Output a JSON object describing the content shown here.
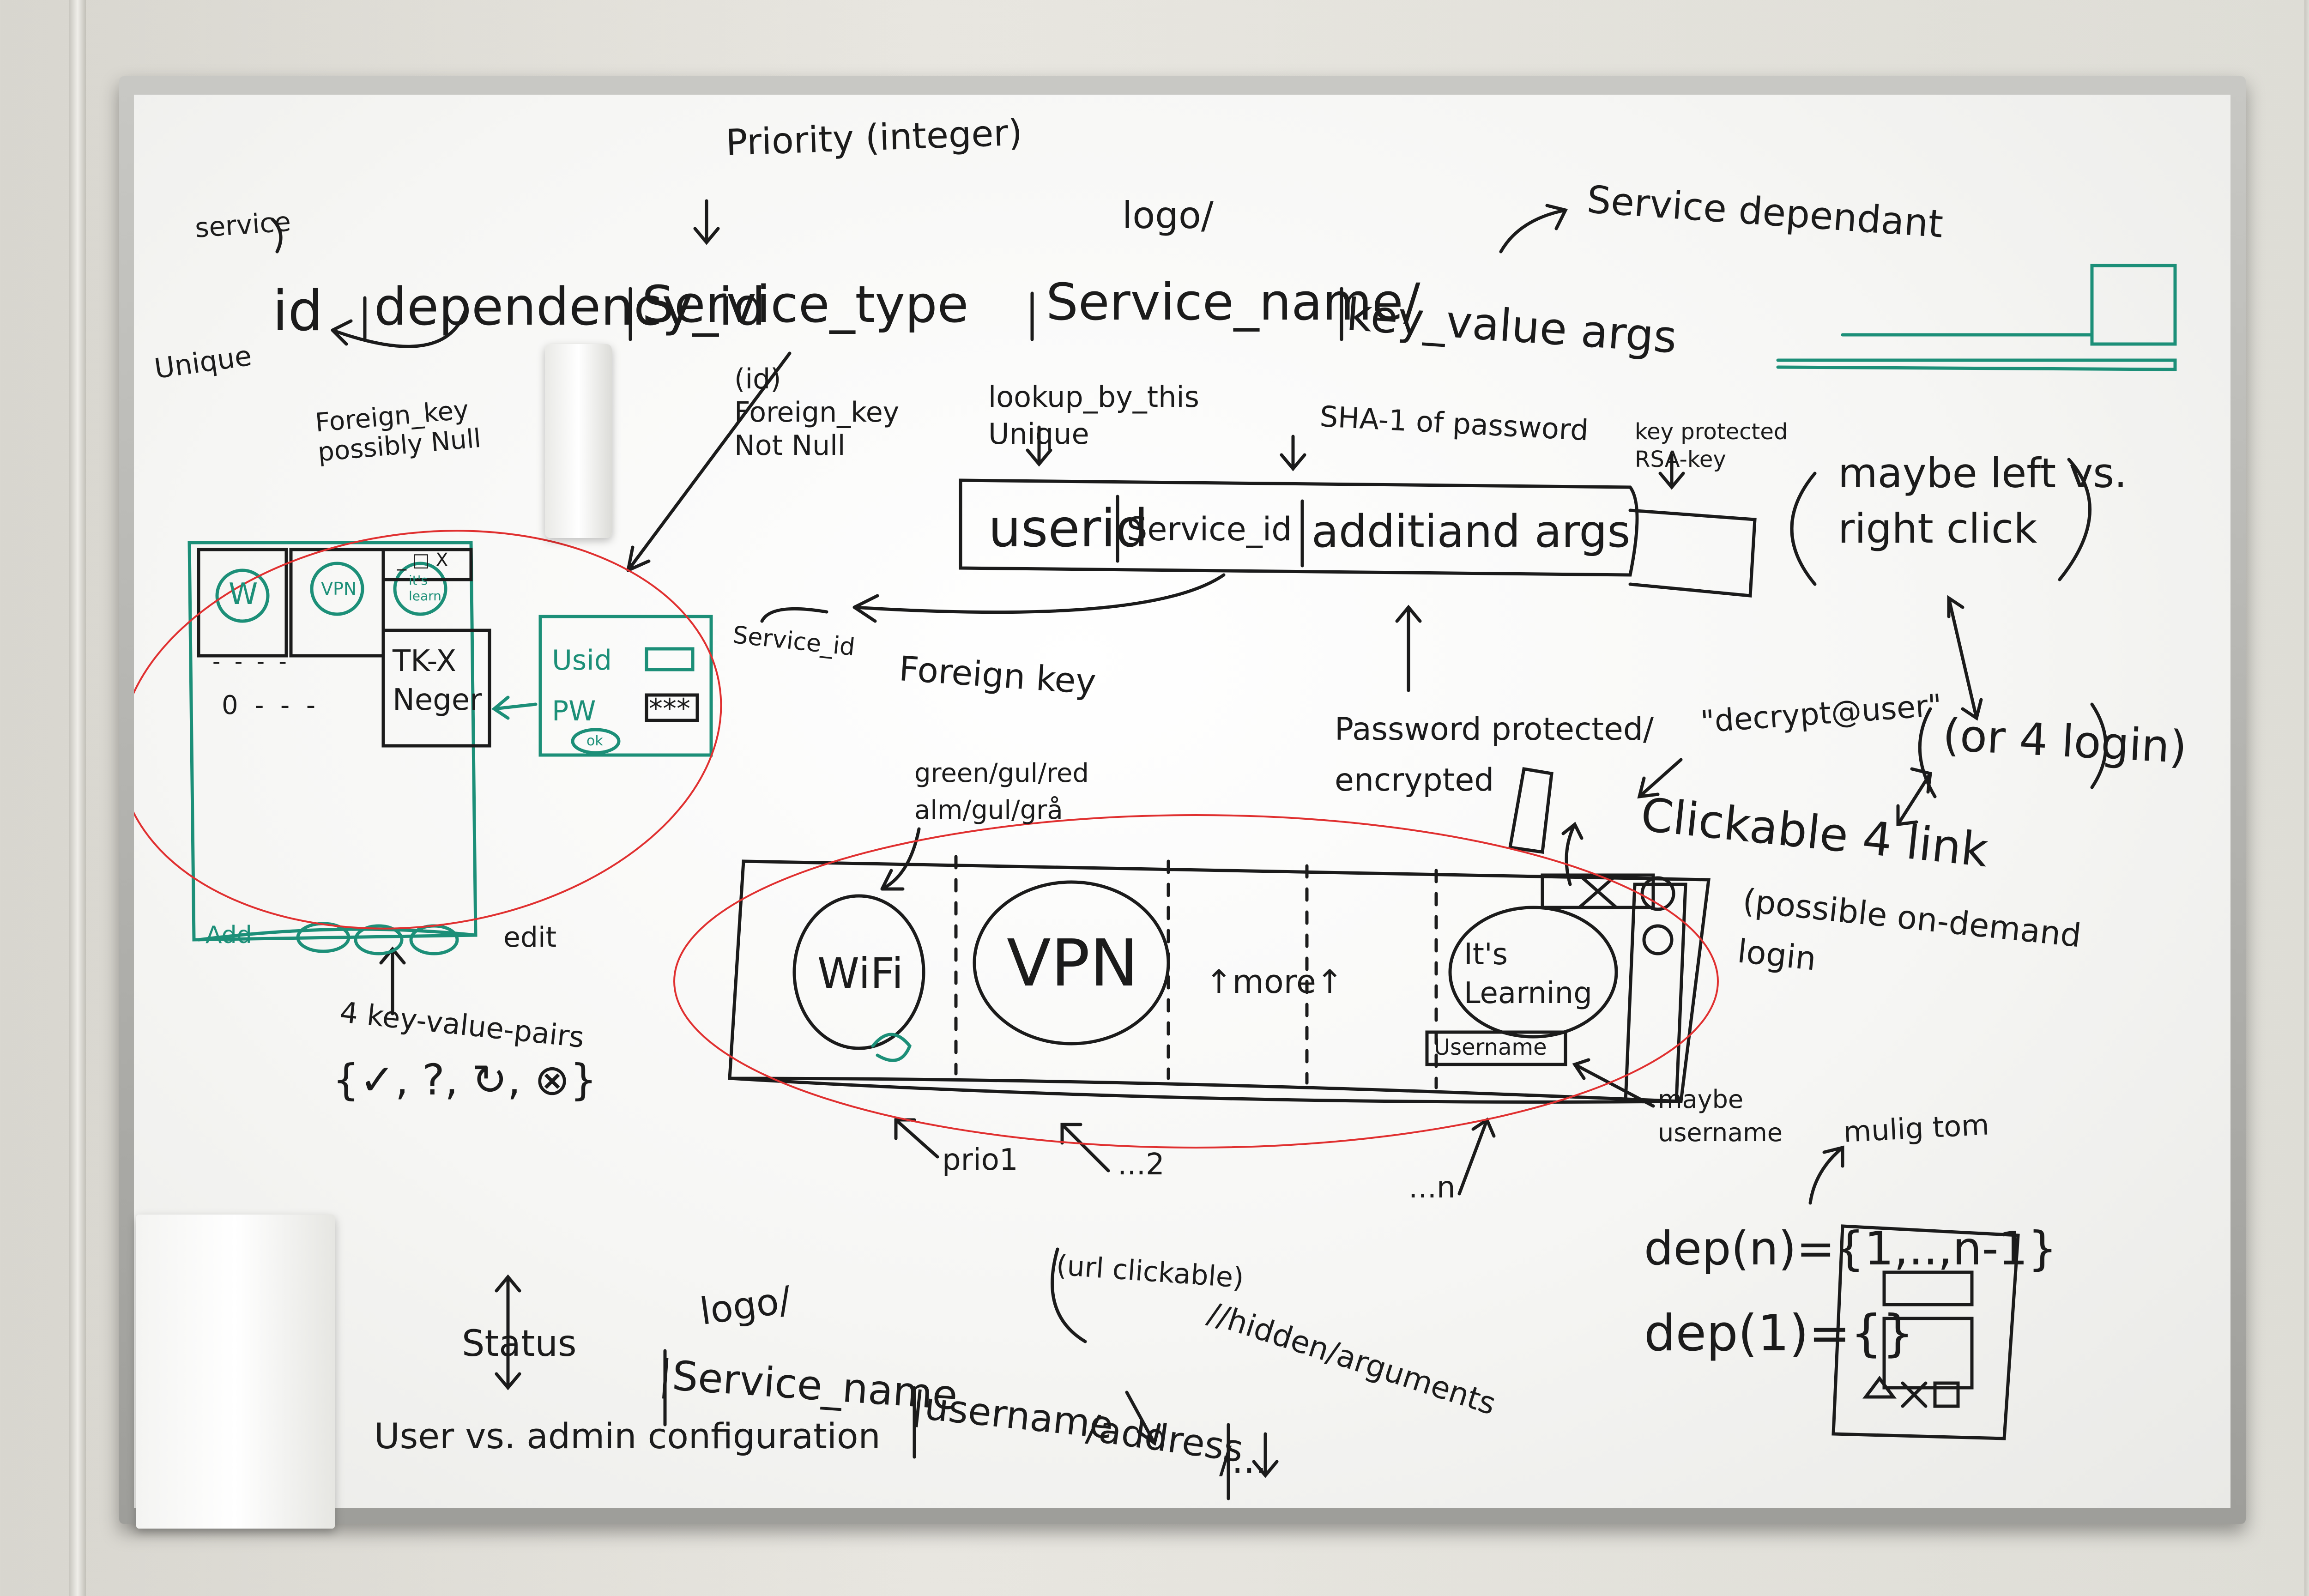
{
  "schema": {
    "service": "service",
    "unique": "Unique",
    "id": "id",
    "dependency_id": "dependency_id",
    "service_type": "Service_type",
    "service_name": "Service_name/",
    "key_value_args": "key_value args",
    "priority": "Priority (integer)",
    "logo": "logo/",
    "service_dependent": "Service dependant",
    "foreign_key_null": "Foreign_key\npossibly Null",
    "id_not_null": "(id)\nForeign_key\nNot Null"
  },
  "user_table": {
    "lookup": "lookup_by_this\nUnique",
    "sha": "SHA-1 of password",
    "key_protected": "key protected\nRSA-key",
    "userid": "userid",
    "service_id": "Service_id",
    "additional_args": "additiand args",
    "service_id_label": "Service_id",
    "foreign_key": "Foreign key",
    "password_protected": "Password protected/\nencrypted"
  },
  "click_notes": {
    "left_right": "maybe left vs.\nright click",
    "decrypt": "\"decrypt@user\"",
    "login": "(or 4 login)",
    "clickable": "Clickable 4 link",
    "on_demand": "(possible on-demand\nlogin"
  },
  "mockup_small": {
    "w": "W",
    "vpn": "VPN",
    "its": "it's\nlearn",
    "tkx": "TK-X\nNeger",
    "usid": "Usid",
    "pw": "PW",
    "stars": "***",
    "ok": "ok",
    "add": "Add",
    "edit": "edit",
    "dots1": "-  -  -  -",
    "dots2": "0  -  -  -",
    "ctrl": "_ □ X"
  },
  "mockup_large": {
    "colors": "green/gul/red\nalm/gul/grå",
    "wifi": "WiFi",
    "vpn": "VPN",
    "more": "↑more↑",
    "its_learning": "It's\nLearning",
    "username": "Username",
    "maybe_username": "maybe\nusername",
    "prio1": "prio1",
    "prio2": "...2",
    "prion": "...n"
  },
  "status": {
    "kv_pairs": "4 key-value-pairs",
    "set": "{✓, ?, ↻, ⊗}",
    "status": "Status",
    "user_admin": "User vs. admin configuration"
  },
  "bottom_row": {
    "logo": "logo/",
    "service_name": "|Service_name",
    "username": "|username",
    "address": "/address",
    "tail": "/...",
    "url": "(url clickable)",
    "hidden": "//hidden/arguments"
  },
  "deps": {
    "mulig": "mulig tom",
    "dep_n": "dep(n)={1,..,n-1}",
    "dep_1": "dep(1)={}"
  },
  "colors": {
    "ink": "#1b1b1b",
    "teal": "#1c8f78",
    "red_circle": "#e03030"
  }
}
